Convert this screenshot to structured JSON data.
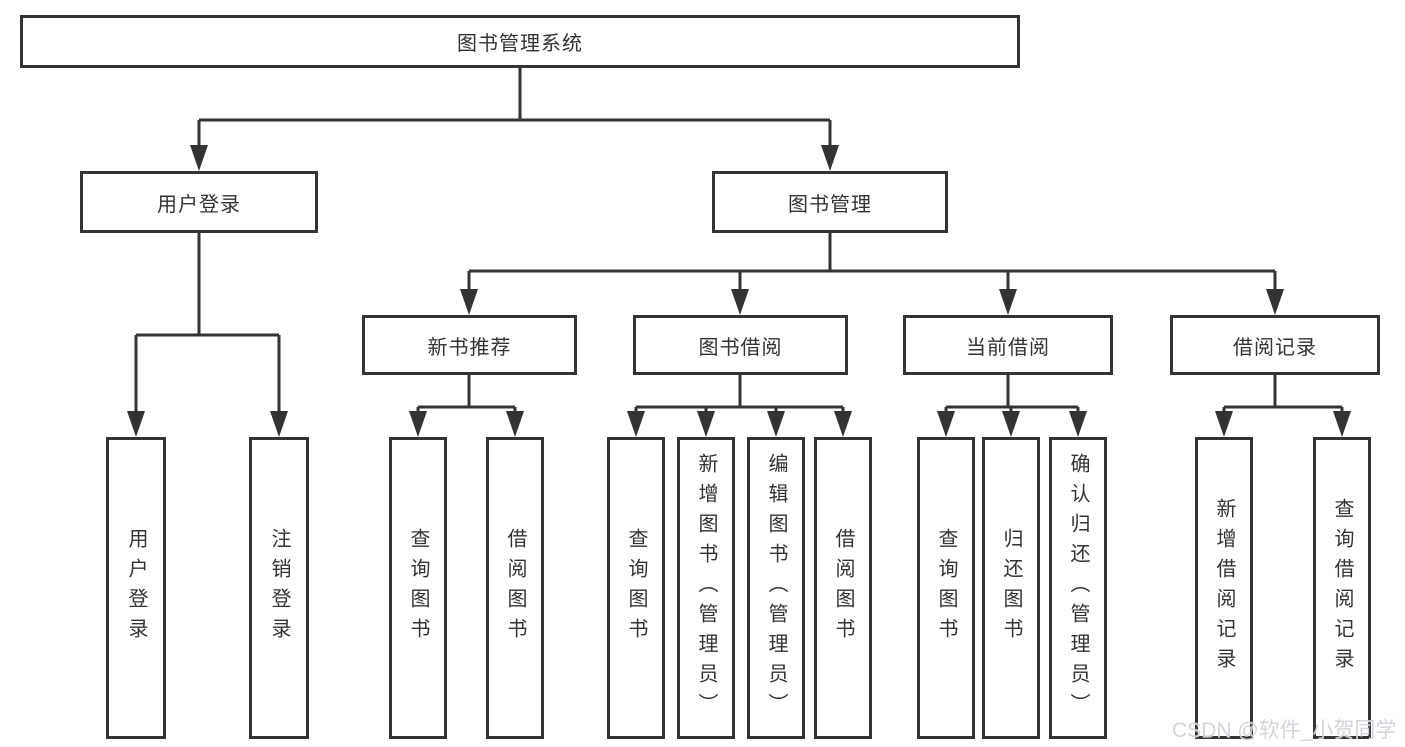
{
  "diagram": {
    "root": {
      "label": "图书管理系统"
    },
    "login_branch": {
      "label": "用户登录",
      "children": [
        {
          "label": "用户登录"
        },
        {
          "label": "注销登录"
        }
      ]
    },
    "management_branch": {
      "label": "图书管理",
      "sections": [
        {
          "label": "新书推荐",
          "children": [
            {
              "label": "查询图书"
            },
            {
              "label": "借阅图书"
            }
          ]
        },
        {
          "label": "图书借阅",
          "children": [
            {
              "label": "查询图书"
            },
            {
              "label": "新增图书（管理员）"
            },
            {
              "label": "编辑图书（管理员）"
            },
            {
              "label": "借阅图书"
            }
          ]
        },
        {
          "label": "当前借阅",
          "children": [
            {
              "label": "查询图书"
            },
            {
              "label": "归还图书"
            },
            {
              "label": "确认归还（管理员）"
            }
          ]
        },
        {
          "label": "借阅记录",
          "children": [
            {
              "label": "新增借阅记录"
            },
            {
              "label": "查询借阅记录"
            }
          ]
        }
      ]
    },
    "watermark": "CSDN @软件_小贺同学",
    "colors": {
      "line": "#333333",
      "text": "#333333",
      "background": "#ffffff",
      "watermark_text": "#ced3d8"
    }
  }
}
